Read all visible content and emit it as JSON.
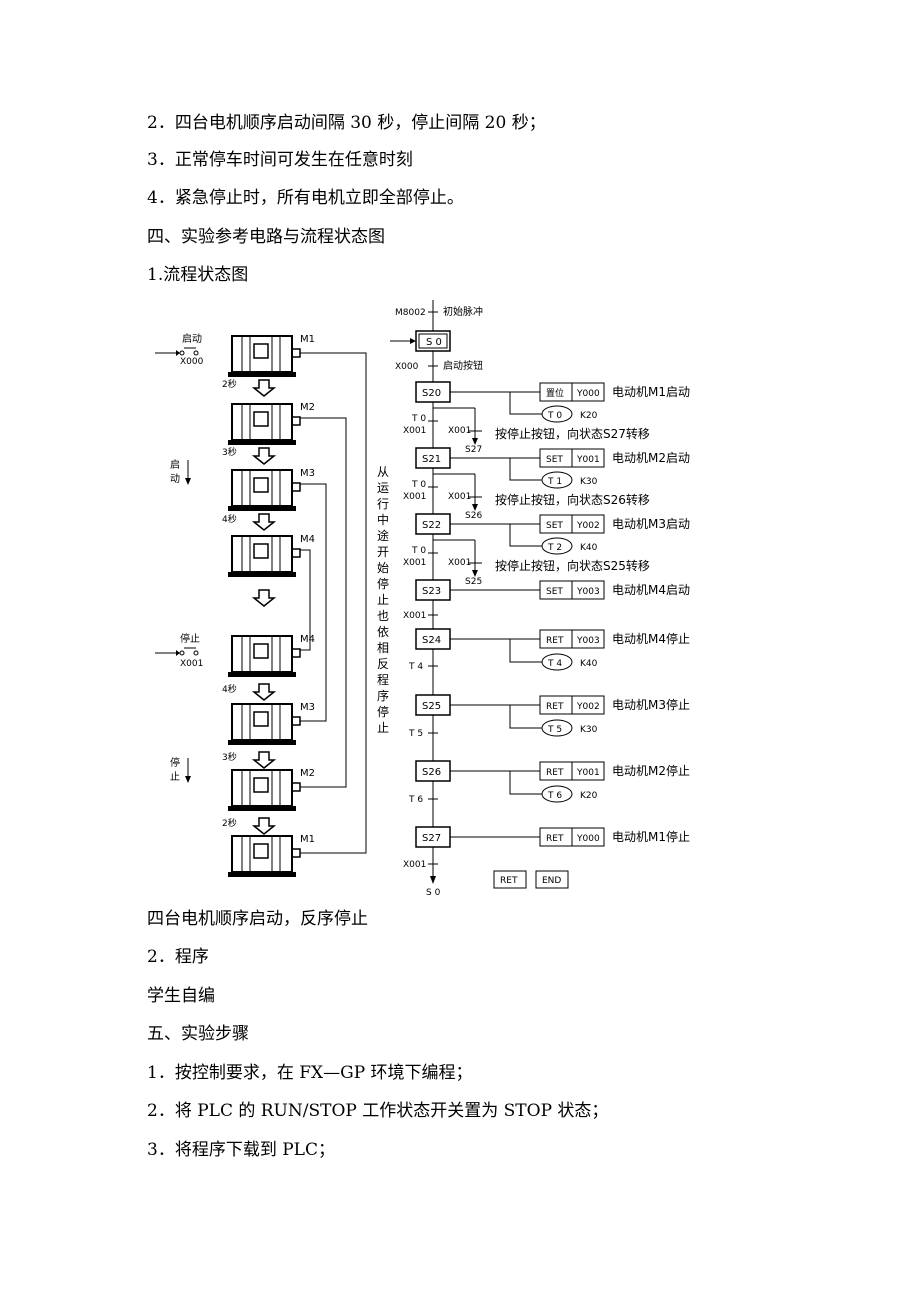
{
  "lines": {
    "l1": "2．四台电机顺序启动间隔 30 秒，停止间隔 20 秒；",
    "l2": "3．正常停车时间可发生在任意时刻",
    "l3": "4．紧急停止时，所有电机立即全部停止。",
    "l4": "四、实验参考电路与流程状态图",
    "l5": "1.流程状态图",
    "l6": "四台电机顺序启动，反序停止",
    "l7": "2．程序",
    "l8": "学生自编",
    "l9": "五、实验步骤",
    "l10": "1．按控制要求，在 FX—GP 环境下编程；",
    "l11": "2．将 PLC 的 RUN/STOP 工作状态开关置为 STOP 状态；",
    "l12": "3．将程序下载到 PLC；"
  },
  "motors": {
    "start_label": "启动",
    "start_input": "X000",
    "stop_label": "停止",
    "stop_input": "X001",
    "qi": "启",
    "dong": "动",
    "ting": "停",
    "zhi": "止",
    "m1": "M1",
    "m2": "M2",
    "m3": "M3",
    "m4": "M4",
    "t2s": "2秒",
    "t3s": "3秒",
    "t4s": "4秒",
    "vertical_note": [
      "从",
      "运",
      "行",
      "中",
      "途",
      "开",
      "始",
      "停",
      "止",
      "也",
      "依",
      "相",
      "反",
      "程",
      "序",
      "停",
      "止"
    ]
  },
  "sfc": {
    "m8002": "M8002",
    "init_pulse": "初始脉冲",
    "s0": "S 0",
    "x000": "X000",
    "start_button": "启动按钮",
    "x001": "X001",
    "t0": "T 0",
    "t4": "T 4",
    "t5": "T 5",
    "t6": "T 6",
    "s20": "S20",
    "s21": "S21",
    "s22": "S22",
    "s23": "S23",
    "s24": "S24",
    "s25": "S25",
    "s26": "S26",
    "s27": "S27",
    "s27b": "S27",
    "s26b": "S26",
    "s25b": "S25",
    "setcn": "置位",
    "set": "SET",
    "ret": "RET",
    "end": "END",
    "y000": "Y000",
    "y001": "Y001",
    "y002": "Y002",
    "y003": "Y003",
    "m1_start": "电动机M1启动",
    "m2_start": "电动机M2启动",
    "m3_start": "电动机M3启动",
    "m4_start": "电动机M4启动",
    "m4_stop": "电动机M4停止",
    "m3_stop": "电动机M3停止",
    "m2_stop": "电动机M2停止",
    "m1_stop": "电动机M1停止",
    "tmr0": "T 0",
    "tmr1": "T 1",
    "tmr2": "T 2",
    "tmr4": "T 4",
    "tmr5": "T 5",
    "tmr6": "T 6",
    "k20": "K20",
    "k30": "K30",
    "k40": "K40",
    "stop_to_s27": "按停止按钮，向状态S27转移",
    "stop_to_s26": "按停止按钮，向状态S26转移",
    "stop_to_s25": "按停止按钮，向状态S25转移",
    "s0_end": "S 0"
  }
}
